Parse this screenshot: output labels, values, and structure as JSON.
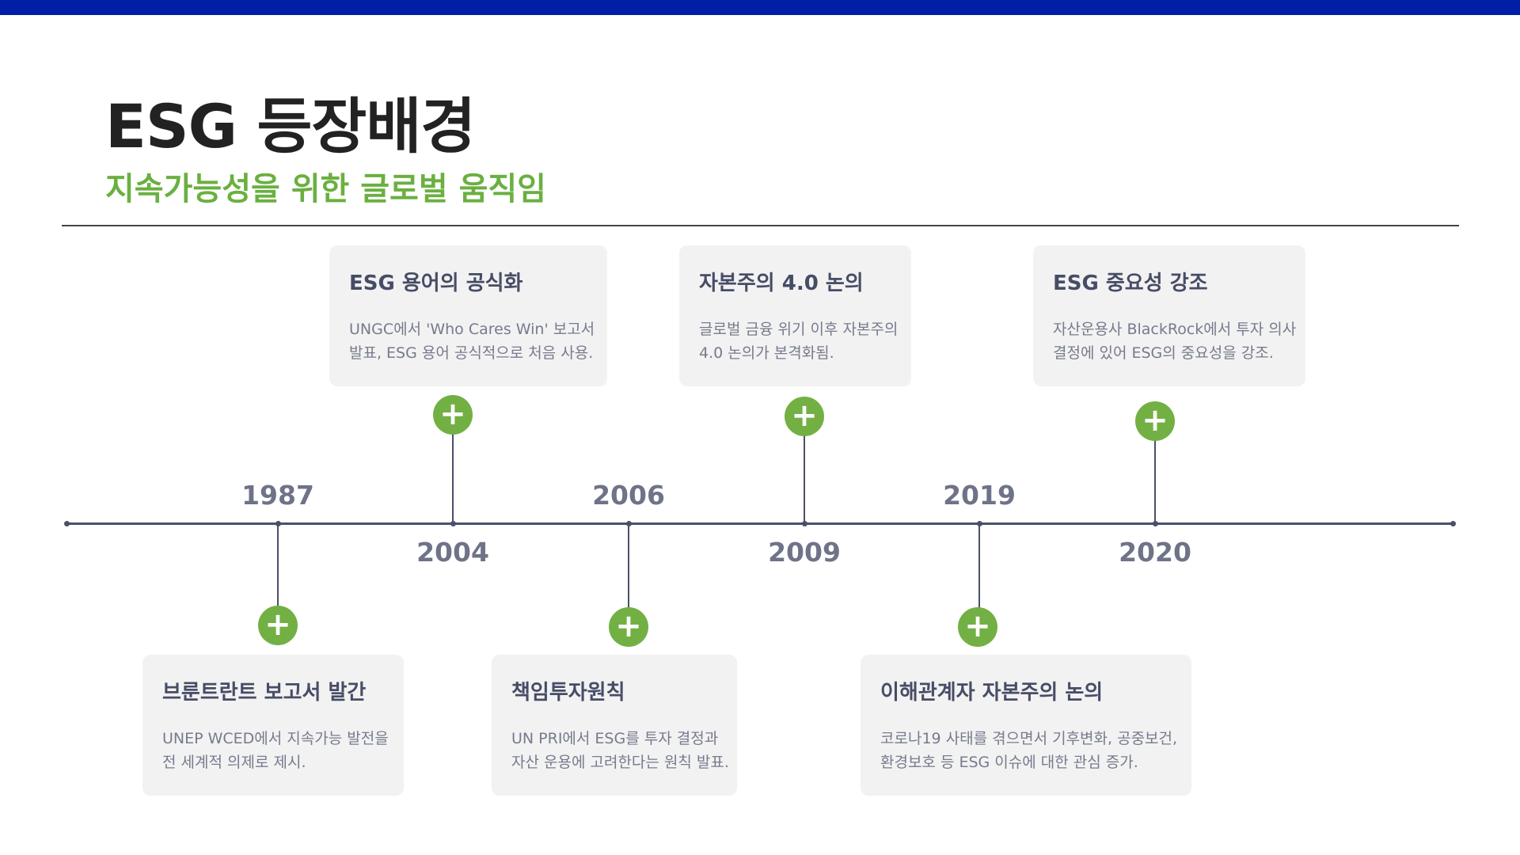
{
  "slide": {
    "title": "ESG 등장배경",
    "subtitle": "지속가능성을 위한 글로벌 움직임",
    "colors": {
      "top_bar": "#001fa6",
      "accent_green": "#6ab040",
      "marker_green": "#72b043",
      "axis": "#4a5068",
      "card_bg": "#f2f2f2"
    }
  },
  "timeline": {
    "events": [
      {
        "year": "1987",
        "title": "브룬트란트 보고서 발간",
        "desc_lines": [
          "UNEP WCED에서 지속가능 발전을",
          "전 세계적 의제로 제시."
        ],
        "icon": "plus-icon"
      },
      {
        "year": "2004",
        "title": "ESG 용어의 공식화",
        "desc_lines": [
          "UNGC에서 'Who Cares Win' 보고서",
          "발표, ESG 용어 공식적으로 처음 사용."
        ],
        "icon": "plus-icon"
      },
      {
        "year": "2006",
        "title": "책임투자원칙",
        "desc_lines": [
          "UN PRI에서 ESG를 투자 결정과",
          "자산 운용에 고려한다는 원칙 발표."
        ],
        "icon": "plus-icon"
      },
      {
        "year": "2009",
        "title": "자본주의 4.0 논의",
        "desc_lines": [
          "글로벌 금융 위기 이후 자본주의",
          "4.0 논의가 본격화됨."
        ],
        "icon": "plus-icon"
      },
      {
        "year": "2019",
        "title": "이해관계자 자본주의 논의",
        "desc_lines": [
          "코로나19 사태를 겪으면서 기후변화, 공중보건,",
          "환경보호 등 ESG 이슈에 대한 관심 증가."
        ],
        "icon": "plus-icon"
      },
      {
        "year": "2020",
        "title": "ESG 중요성 강조",
        "desc_lines": [
          "자산운용사 BlackRock에서 투자 의사",
          "결정에 있어 ESG의 중요성을 강조."
        ],
        "icon": "plus-icon"
      }
    ]
  }
}
